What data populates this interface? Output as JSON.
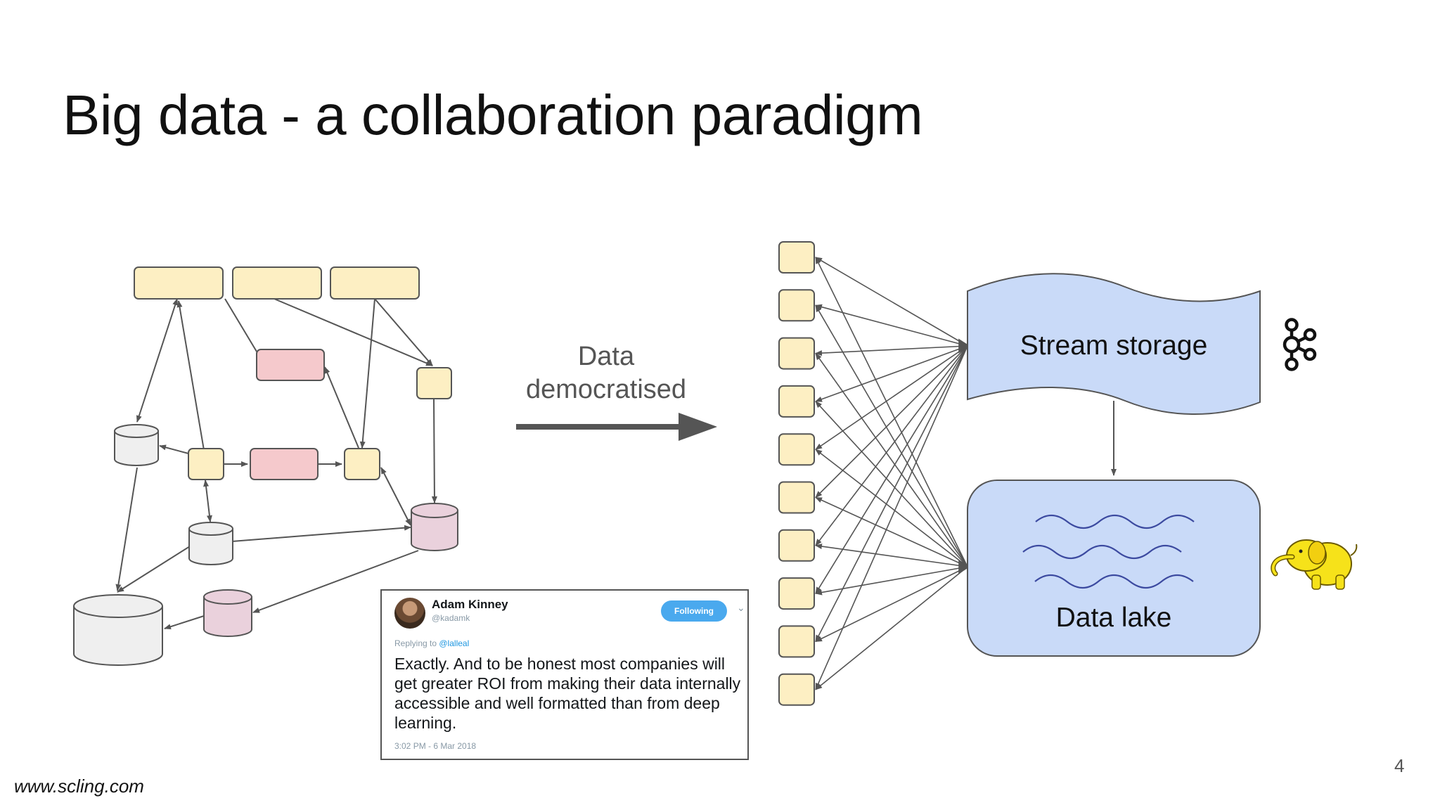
{
  "slide": {
    "title": "Big data - a collaboration paradigm",
    "footer_url": "www.scling.com",
    "page_number": "4"
  },
  "diagram": {
    "arrow_label": "Data\ndemocratised",
    "stream_storage_label": "Stream storage",
    "data_lake_label": "Data lake",
    "consumer_count": 10,
    "colors": {
      "job": "#fdefc3",
      "job_red": "#f5c9cc",
      "store_gray": "#efefef",
      "store_pink": "#ead1dc",
      "stream": "#c9daf8",
      "lake": "#c9daf8",
      "arrow": "#555555"
    },
    "icons": [
      "kafka-icon",
      "hadoop-elephant-icon"
    ]
  },
  "tweet": {
    "name": "Adam Kinney",
    "handle": "@kadamk",
    "follow_label": "Following",
    "reply_prefix": "Replying to ",
    "reply_mention": "@lalleal",
    "text": "Exactly. And to be honest most companies will get greater ROI from making their data internally accessible and well formatted than from deep learning.",
    "timestamp": "3:02 PM - 6 Mar 2018"
  }
}
